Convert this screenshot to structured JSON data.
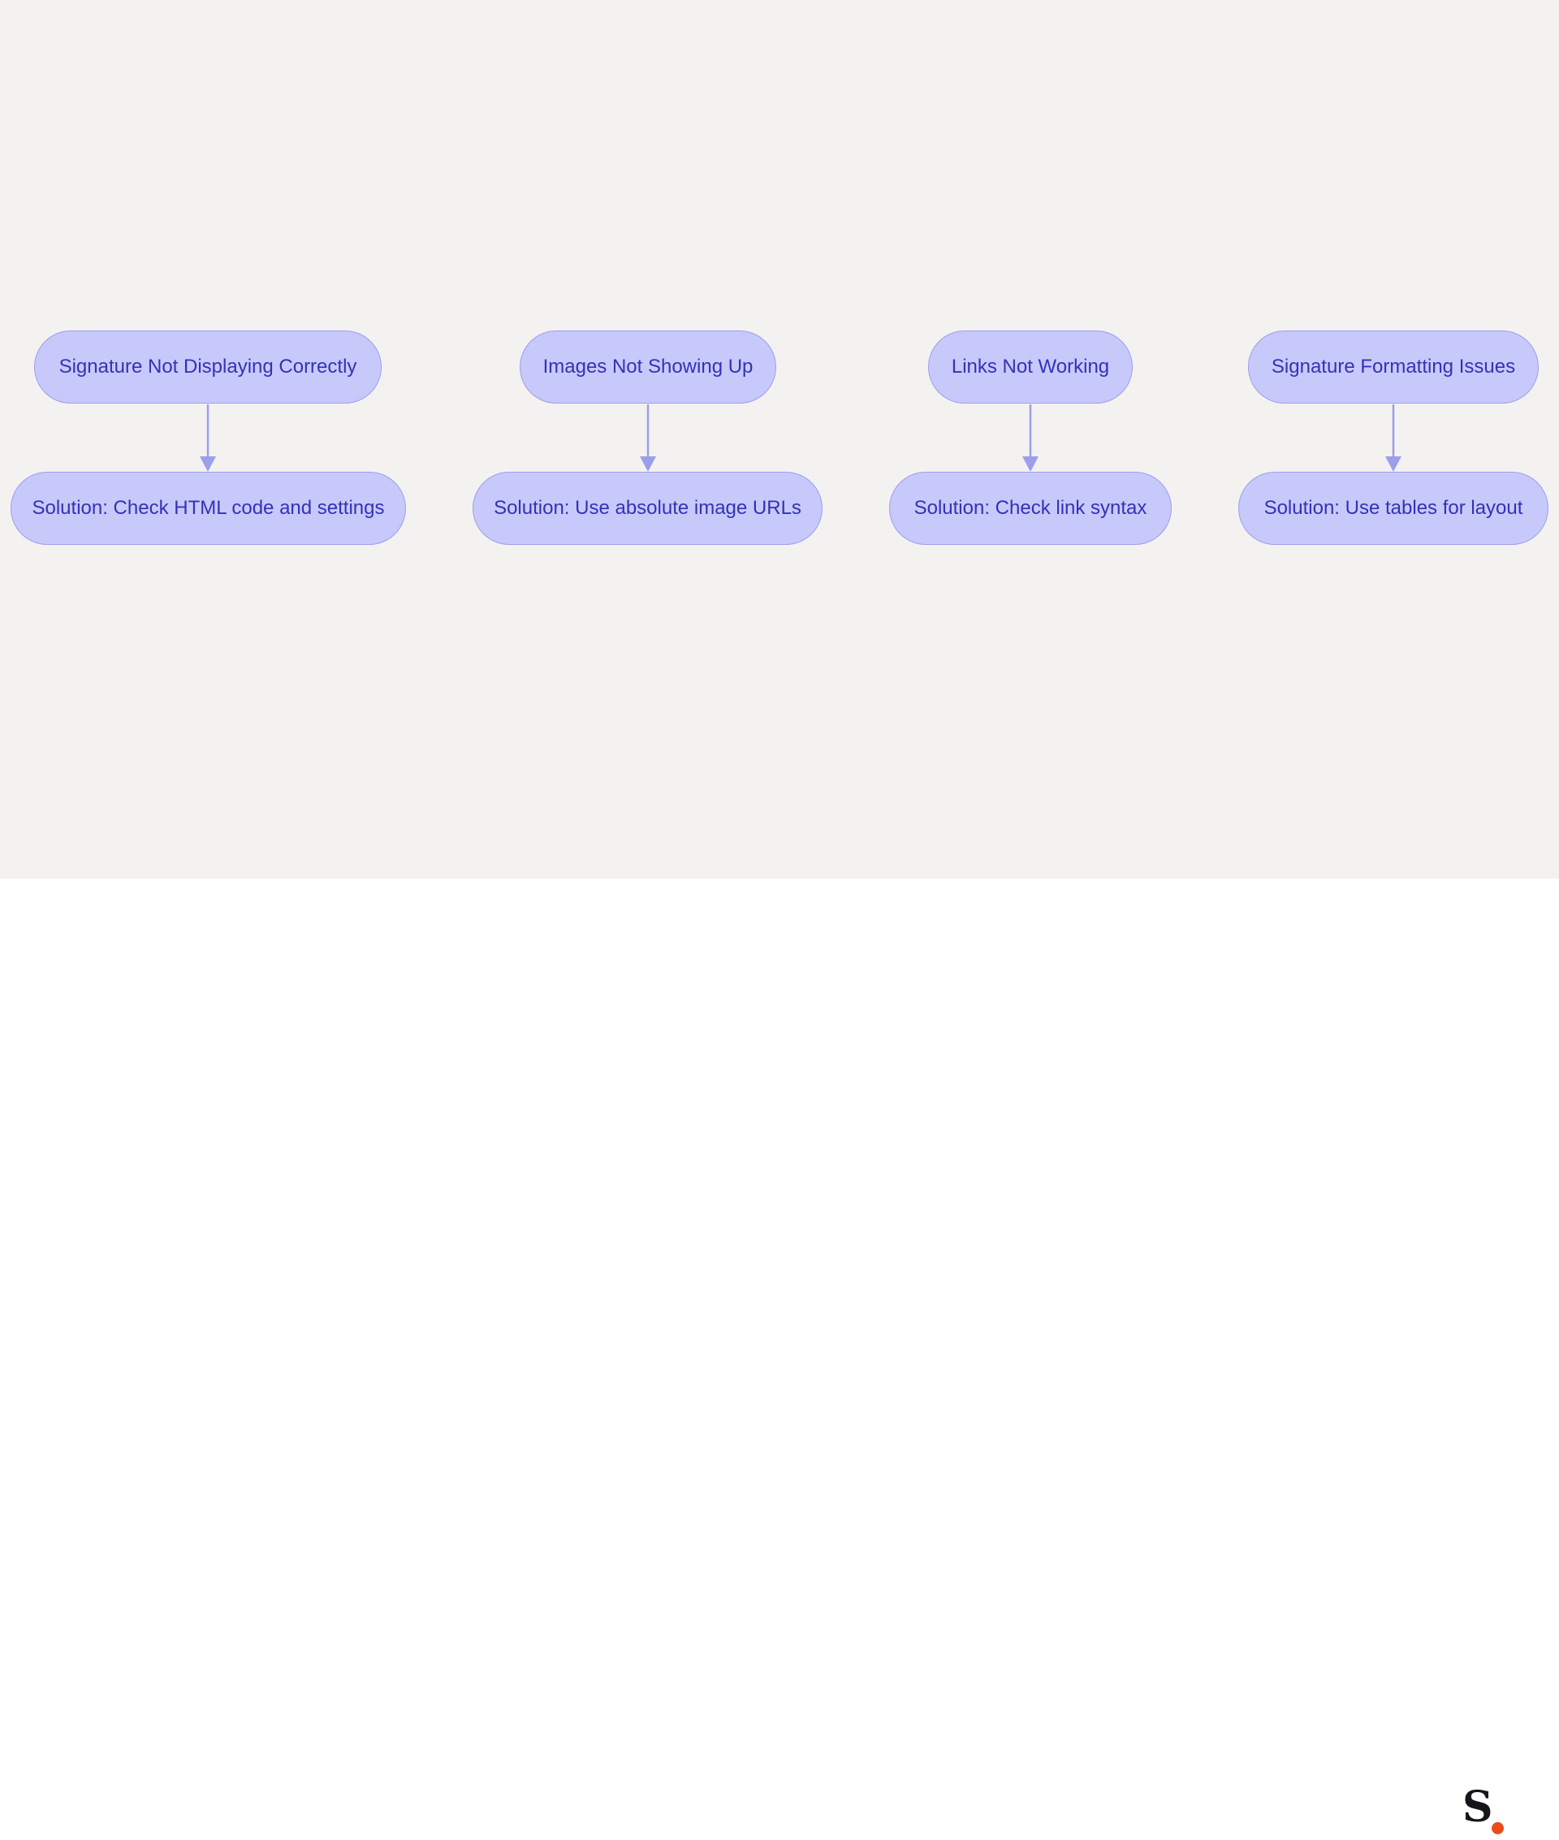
{
  "diagram": {
    "columns": [
      {
        "problem": "Signature Not Displaying Correctly",
        "solution": "Solution: Check HTML code and settings"
      },
      {
        "problem": "Images Not Showing Up",
        "solution": "Solution: Use absolute image URLs"
      },
      {
        "problem": "Links Not Working",
        "solution": "Solution: Check link syntax"
      },
      {
        "problem": "Signature Formatting Issues",
        "solution": "Solution: Use tables for layout"
      }
    ],
    "colors": {
      "background": "#f3f2f1",
      "node_fill": "#c8c9fb",
      "node_border": "#9d9eea",
      "node_text": "#3232b8",
      "arrow": "#9d9eea"
    }
  },
  "footer": {
    "logo_letter": "S",
    "logo_icon": "brand-logo-icon",
    "logo_dot_color": "#ee4b1b"
  }
}
